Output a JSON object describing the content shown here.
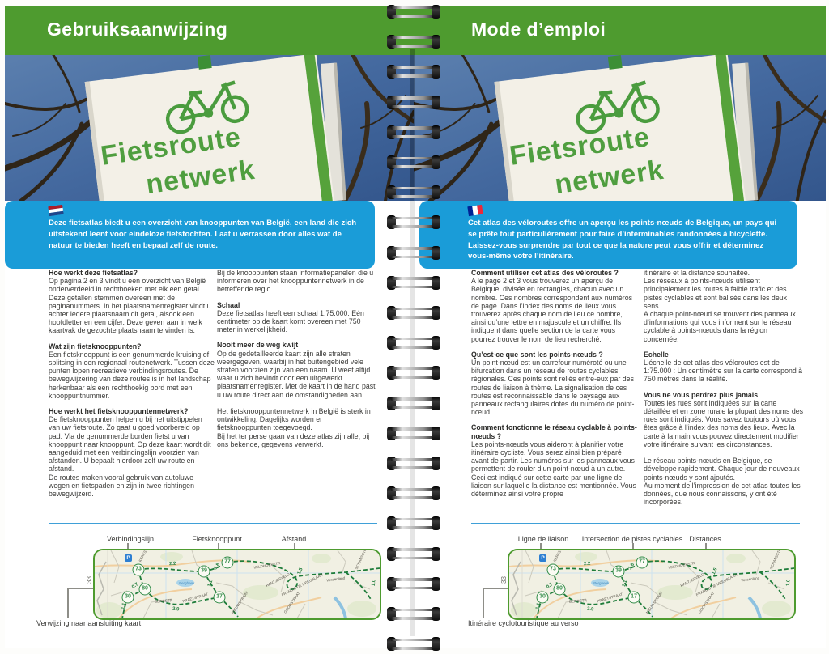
{
  "header": {
    "left_title": "Gebruiksaanwijzing",
    "right_title": "Mode d’emploi"
  },
  "photo": {
    "sign_line1": "Fietsroute",
    "sign_line2": "netwerk"
  },
  "intro": {
    "nl": {
      "flag": "netherlands-flag",
      "text": "Deze fietsatlas biedt u een overzicht van knooppunten van België, een land die zich uitstekend leent voor eindeloze fietstochten. Laat u verrassen door alles wat de natuur te bieden heeft en bepaal zelf de route."
    },
    "fr": {
      "flag": "france-flag",
      "text": "Cet atlas des véloroutes offre un aperçu  les points-nœuds de Belgique, un pays qui se prête tout particulièrement pour faire d’interminables randonnées à bicyclette. Laissez-vous surprendre par tout ce que la nature peut vous offrir et déterminez vous-même votre l’itinéraire."
    }
  },
  "left": {
    "col1": [
      {
        "h": "Hoe werkt deze fietsatlas?",
        "p": "Op pagina 2 en 3 vindt u een overzicht van België onderverdeeld in rechthoeken met elk een getal. Deze getallen stemmen overeen met de paginanummers. In het plaatsnamenregister vindt u achter iedere plaatsnaam dit getal, alsook een hoofdletter en een cijfer. Deze geven aan in welk kaartvak de gezochte plaatsnaam te vinden is."
      },
      {
        "h": "Wat zijn fietsknooppunten?",
        "p": "Een fietsknooppunt is een genummerde kruising of splitsing in een regionaal routenetwerk. Tussen deze punten lopen recreatieve verbindingsroutes. De bewegwijzering van deze routes is in het landschap herkenbaar als een rechthoekig bord met een knooppuntnummer."
      },
      {
        "h": "Hoe werkt het fietsknooppuntennetwerk?",
        "p": "De fietsknooppunten helpen u bij het uitstippelen van uw fietsroute. Zo gaat u goed voorbereid op pad. Via de genummerde borden fietst u van knooppunt naar knooppunt. Op deze kaart wordt dit aangeduid met een verbindingslijn voorzien van afstanden. U bepaalt hierdoor zelf uw route en afstand.\nDe routes maken vooral gebruik van autoluwe wegen en fietspaden en zijn in twee richtingen bewegwijzerd."
      }
    ],
    "col2": [
      {
        "p": "Bij de knooppunten staan informatiepanelen die u informeren over het knooppuntennetwerk in de betreffende regio."
      },
      {
        "h": "Schaal",
        "p": "Deze fietsatlas heeft een schaal 1:75.000: Eén centimeter op de kaart komt overeen met 750 meter in werkelijkheid."
      },
      {
        "h": "Nooit meer de weg kwijt",
        "p": "Op de gedetailleerde kaart zijn alle straten weergegeven, waarbij in het buitengebied vele straten voorzien zijn van een naam. U weet altijd waar u zich bevindt door een uitgewerkt plaatsnamenregister. Met de kaart in de hand past u uw route direct aan de omstandigheden aan.\n\nHet fietsknooppuntennetwerk in België is sterk in ontwikkeling. Dagelijks worden er fietsknooppunten toegevoegd.\nBij het ter perse gaan van deze atlas zijn alle, bij ons bekende, gegevens verwerkt."
      }
    ]
  },
  "right": {
    "col1": [
      {
        "h": "Comment utiliser cet atlas des véloroutes ?",
        "p": "A le page 2 et 3 vous trouverez un aperçu de Belgique, divisée en rectangles, chacun avec un nombre. Ces nombres correspondent aux numéros de page. Dans l’index des noms de lieux vous trouverez après chaque nom de lieu ce nombre, ainsi qu’une lettre en majuscule et un chiffre. Ils indiquent dans quelle section de la carte vous pourrez trouver le nom de lieu recherché."
      },
      {
        "h": "Qu’est-ce que sont les points-nœuds ?",
        "p": "Un point-nœud est un carrefour numéroté ou une bifurcation dans un réseau de routes cyclables régionales. Ces points sont reliés entre-eux par des routes de liaison à thème. La signalisation de ces routes est reconnaissable dans le paysage aux panneaux rectangulaires dotés du numéro de point-nœud."
      },
      {
        "h": "Comment fonctionne le réseau cyclable à points-nœuds ?",
        "p": "Les points-nœuds vous aideront à planifier votre itinéraire cycliste. Vous serez ainsi bien préparé avant de partir. Les numéros sur les panneaux vous permettent de rouler d’un point-nœud à un autre. Ceci est indiqué sur cette carte par une ligne de liaison sur laquelle la distance est mentionnée.  Vous déterminez ainsi votre propre"
      }
    ],
    "col2": [
      {
        "p": "itinéraire et la distance souhaitée.\nLes réseaux à points-nœuds utilisent principalement les routes à faible trafic et des pistes cyclables et sont balisés dans les deux sens.\nA chaque point-nœud se trouvent des panneaux d’informations qui vous informent sur le réseau cyclable à points-nœuds dans la région concernée."
      },
      {
        "h": "Echelle",
        "p": "L’échelle de cet atlas des véloroutes est de 1:75.000 : Un centimètre sur la carte correspond à 750 mètres dans la réalité."
      },
      {
        "h": "Vous ne vous perdrez plus jamais",
        "p": "Toutes les rues sont indiquées sur la carte détaillée et en zone rurale la plupart des noms des rues sont indiqués. Vous savez toujours où vous êtes grâce à l’index des noms des lieux. Avec la carte à la main vous pouvez directement modifier votre itinéraire suivant les circonstances.\n\nLe réseau points-nœuds en Belgique, se développe rapidement. Chaque jour de nouveaux points-nœuds y sont ajoutés.\nAu moment de l’impression de cet atlas toutes les données, que nous connaissons, y ont été incorporées."
      }
    ]
  },
  "legend": {
    "nl": {
      "line": "Verbindingslijn",
      "node": "Fietsknooppunt",
      "distance": "Afstand",
      "reference": "Verwijzing naar aansluiting kaart"
    },
    "fr": {
      "line": "Ligne de liaison",
      "node": "Intersection de pistes cyclables",
      "distance": "Distances",
      "reference": "Itinéraire cyclotouristique au verso"
    }
  },
  "map": {
    "nodes": [
      "73",
      "39",
      "77",
      "80",
      "30",
      "17"
    ],
    "distances": [
      "2.2",
      "1.8",
      "1.1",
      "0.7",
      "2.9",
      "1.5",
      "1.1",
      "1.0"
    ],
    "edge_ref": "33",
    "parking": "P",
    "water": "Bergbeek",
    "streets": [
      "KERKSTR",
      "VELDHOEKSTR",
      "HANTJESVELD",
      "FRANCIS DE MEEUSLAAN",
      "Vossenland",
      "BERGSTR",
      "PRAETSTRAAT",
      "NIEUWSTRAAT",
      "GOORSTRAAT",
      "SCHANSSTR"
    ]
  },
  "colors": {
    "band_green": "#4e9b2f",
    "band_blue": "#1a9cd8",
    "route_green": "#1e7c3a",
    "sign_green": "#4f9e3f"
  }
}
